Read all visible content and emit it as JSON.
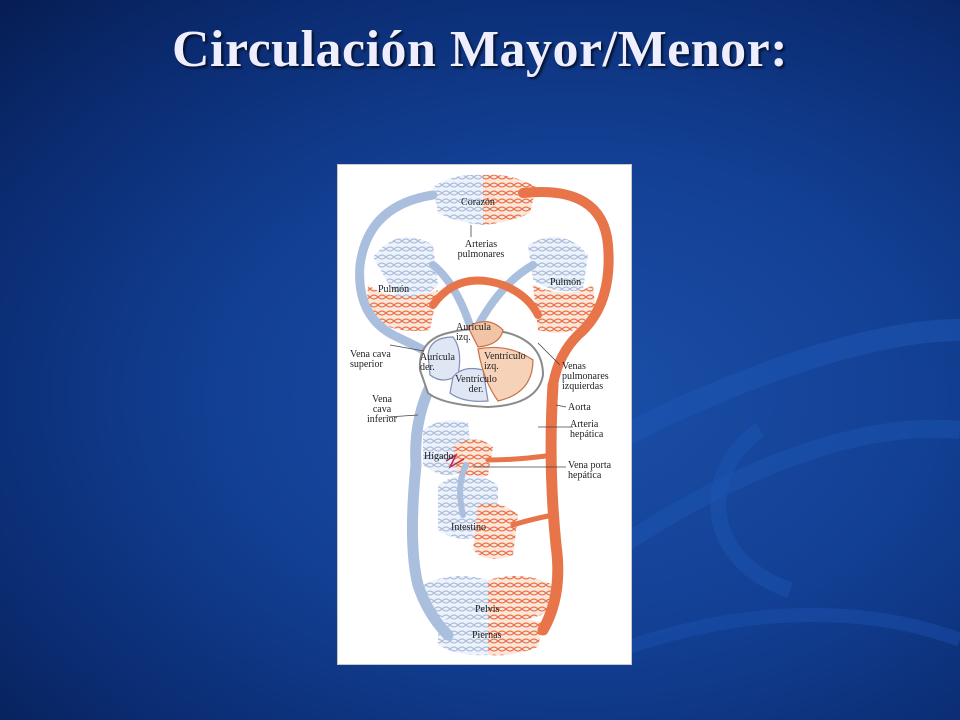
{
  "slide": {
    "title": "Circulación Mayor/Menor:"
  },
  "diagram": {
    "labels": {
      "corazon": "Corazón",
      "arterias_pulmonares": "Arterias\npulmonares",
      "pulmon_izq": "Pulmón",
      "pulmon_der": "Pulmón",
      "auricula_izq": "Aurícula\nizq.",
      "auricula_der": "Aurícula\nder.",
      "ventriculo_izq": "Ventrículo\nizq.",
      "ventriculo_der": "Ventrículo\nder.",
      "vena_cava_superior": "Vena cava\nsuperior",
      "vena_cava_inferior": "Vena\ncava\ninferior",
      "venas_pulmonares": "Venas\npulmonares\nizquierdas",
      "aorta": "Aorta",
      "arteria_hepatica": "Arteria\nhepática",
      "higado": "Hígado",
      "vena_porta": "Vena porta\nhepática",
      "intestino": "Intestino",
      "pelvis": "Pelvis",
      "piernas": "Piernas"
    },
    "colors": {
      "venous": "#aabedd",
      "arterial": "#e8744a",
      "heart_fill": "#f6d2b8"
    }
  }
}
